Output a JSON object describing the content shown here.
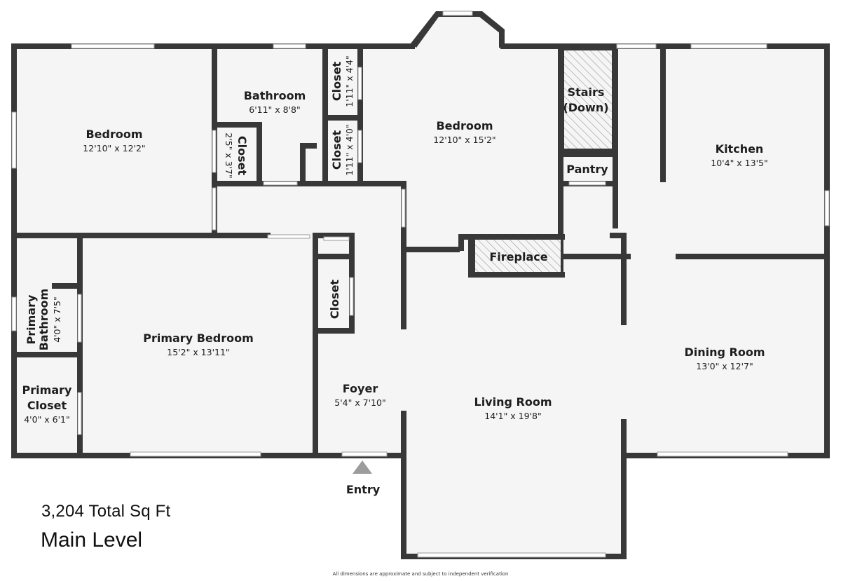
{
  "total_area": "3,204 Total Sq Ft",
  "level_name": "Main Level",
  "disclaimer": "All dimensions are approximate and subject to independent verification",
  "entry_label": "Entry",
  "rooms": {
    "bedroom_left": {
      "name": "Bedroom",
      "dims": "12'10\" x 12'2\""
    },
    "bathroom": {
      "name": "Bathroom",
      "dims": "6'11\" x 8'8\""
    },
    "closet_bath": {
      "name": "Closet",
      "dims": "2'5\" x 3'7\""
    },
    "closet_top1": {
      "name": "Closet",
      "dims": "1'11\" x 4'4\""
    },
    "closet_top2": {
      "name": "Closet",
      "dims": "1'11\" x 4'0\""
    },
    "bedroom_center": {
      "name": "Bedroom",
      "dims": "12'10\" x 15'2\""
    },
    "stairs": {
      "name_line1": "Stairs",
      "name_line2": "(Down)"
    },
    "pantry": {
      "name": "Pantry"
    },
    "kitchen": {
      "name": "Kitchen",
      "dims": "10'4\" x 13'5\""
    },
    "fireplace": {
      "name": "Fireplace"
    },
    "closet_foyer": {
      "name": "Closet"
    },
    "primary_bathroom": {
      "name_line1": "Primary",
      "name_line2": "Bathroom",
      "dims": "4'0\" x 7'5\""
    },
    "primary_bedroom": {
      "name": "Primary Bedroom",
      "dims": "15'2\" x 13'11\""
    },
    "primary_closet": {
      "name_line1": "Primary",
      "name_line2": "Closet",
      "dims": "4'0\" x 6'1\""
    },
    "foyer": {
      "name": "Foyer",
      "dims": "5'4\" x 7'10\""
    },
    "living_room": {
      "name": "Living Room",
      "dims": "14'1\" x 19'8\""
    },
    "dining_room": {
      "name": "Dining Room",
      "dims": "13'0\" x 12'7\""
    }
  }
}
